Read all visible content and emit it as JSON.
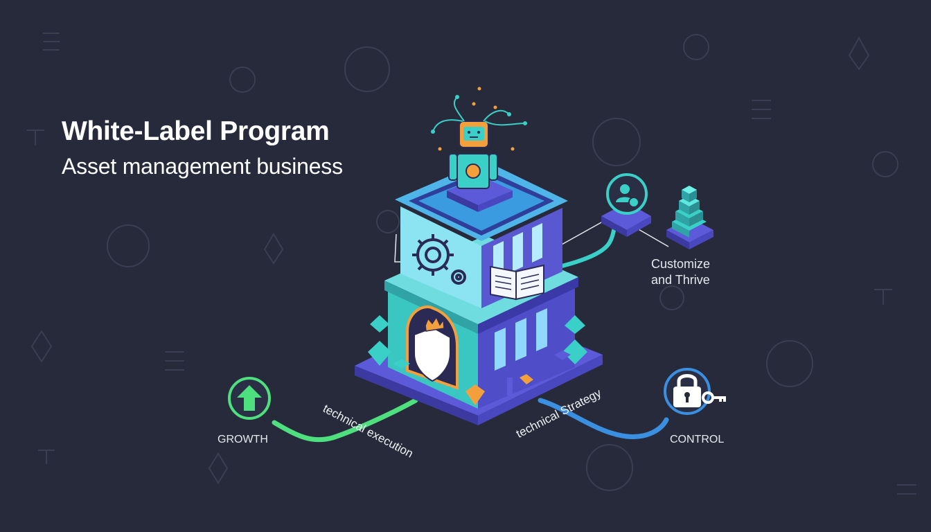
{
  "header": {
    "title": "White-Label Program",
    "subtitle": "Asset management business"
  },
  "nodes": {
    "customize_line1": "Customize",
    "customize_line2": "and Thrive",
    "growth": "GROWTH",
    "control": "CONTROL"
  },
  "paths": {
    "left_label": "technical execution",
    "right_label": "technical Strategy"
  },
  "icons": {
    "growth": "arrow-up-icon",
    "control": "padlock-key-icon",
    "customize": "user-coin-icon",
    "stack": "tiered-blocks-icon",
    "robot": "robot-icon",
    "gears": "gears-icon",
    "book": "open-book-icon",
    "shield": "shield-icon",
    "crown": "crown-icon"
  },
  "colors": {
    "background": "#272a3a",
    "accent_green": "#4ee07f",
    "accent_teal": "#3ad0c8",
    "accent_blue": "#3b8fe0",
    "accent_purple": "#5c5ad8",
    "accent_orange": "#f3a03c"
  }
}
